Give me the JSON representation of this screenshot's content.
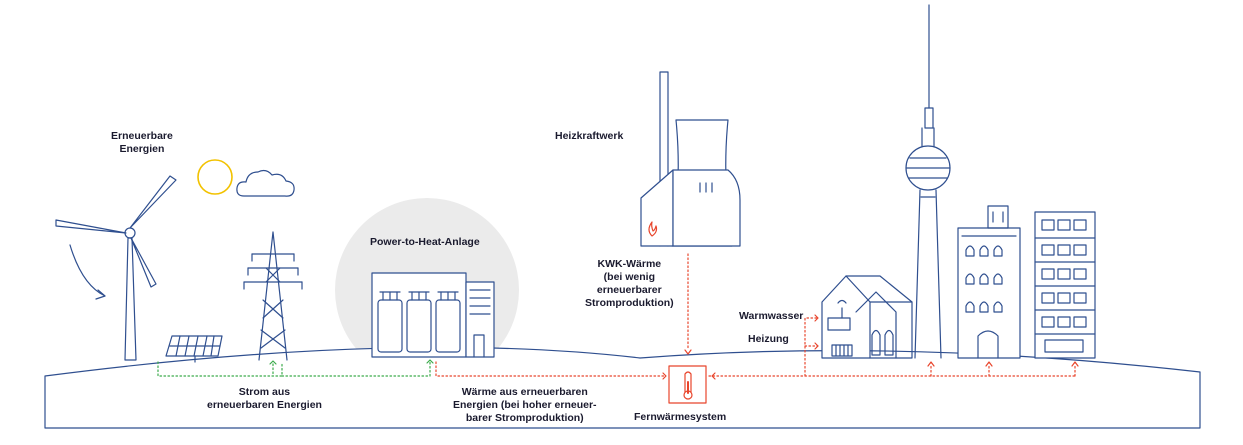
{
  "labels": {
    "renewables": "Erneuerbare\nEnergien",
    "plant": "Heizkraftwerk",
    "p2h": "Power-to-Heat-Anlage",
    "chp_heat": "KWK-Wärme\n(bei wenig\nerneuerbarer\nStromproduktion)",
    "hot_water": "Warmwasser",
    "heating": "Heizung",
    "power": "Strom aus\nerneuerbaren Energien",
    "renewable_heat": "Wärme aus erneuerbaren\nEnergien (bei hoher erneuer-\nbarer Stromproduktion)",
    "district_heating": "Fernwärmesystem"
  },
  "colors": {
    "line": "#2f4f8f",
    "green": "#3aaa4a",
    "red": "#e8452c",
    "sun": "#f2c200",
    "grey_disk": "#ebebeb"
  }
}
